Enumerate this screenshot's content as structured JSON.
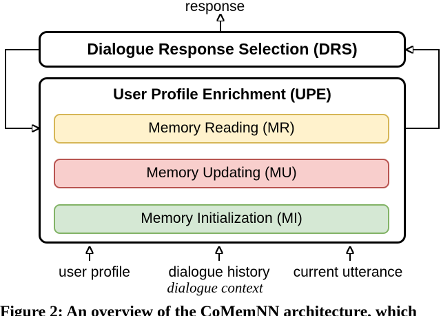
{
  "figure": {
    "response_label": "response",
    "drs_title": "Dialogue Response Selection (DRS)",
    "upe_title": "User Profile Enrichment (UPE)",
    "modules": [
      {
        "label": "Memory Reading (MR)",
        "fill": "#FFF2CC",
        "stroke": "#D6B656"
      },
      {
        "label": "Memory Updating (MU)",
        "fill": "#F8CECC",
        "stroke": "#B85450"
      },
      {
        "label": "Memory Initialization (MI)",
        "fill": "#D5E8D4",
        "stroke": "#82B366"
      }
    ],
    "inputs": [
      "user profile",
      "dialogue history",
      "current utterance"
    ],
    "inputs_group_label": "dialogue context",
    "caption": "Figure 2: An overview of the CoMemNN architecture, which",
    "line_color": "#000000"
  }
}
